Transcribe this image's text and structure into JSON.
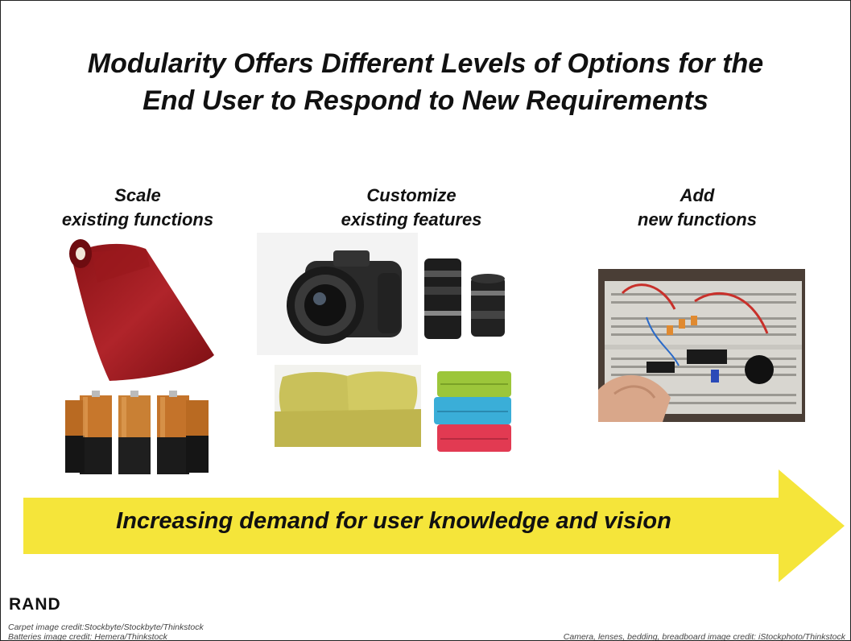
{
  "title": {
    "line1": "Modularity Offers Different Levels of Options for the",
    "line2": "End User to Respond to New Requirements"
  },
  "columns": [
    {
      "line1": "Scale",
      "line2": "existing functions"
    },
    {
      "line1": "Customize",
      "line2": "existing features"
    },
    {
      "line1": "Add",
      "line2": "new functions"
    }
  ],
  "arrow": {
    "text": "Increasing demand for user knowledge and vision",
    "color": "#f5e53a"
  },
  "logo": "RAND",
  "credits": {
    "left_line1": "Carpet image credit:Stockbyte/Stockbyte/Thinkstock",
    "left_line2": "Batteries image credit: Hemera/Thinkstock",
    "right": "Camera, lenses, bedding, breadboard image credit: iStockphoto/Thinkstock"
  }
}
